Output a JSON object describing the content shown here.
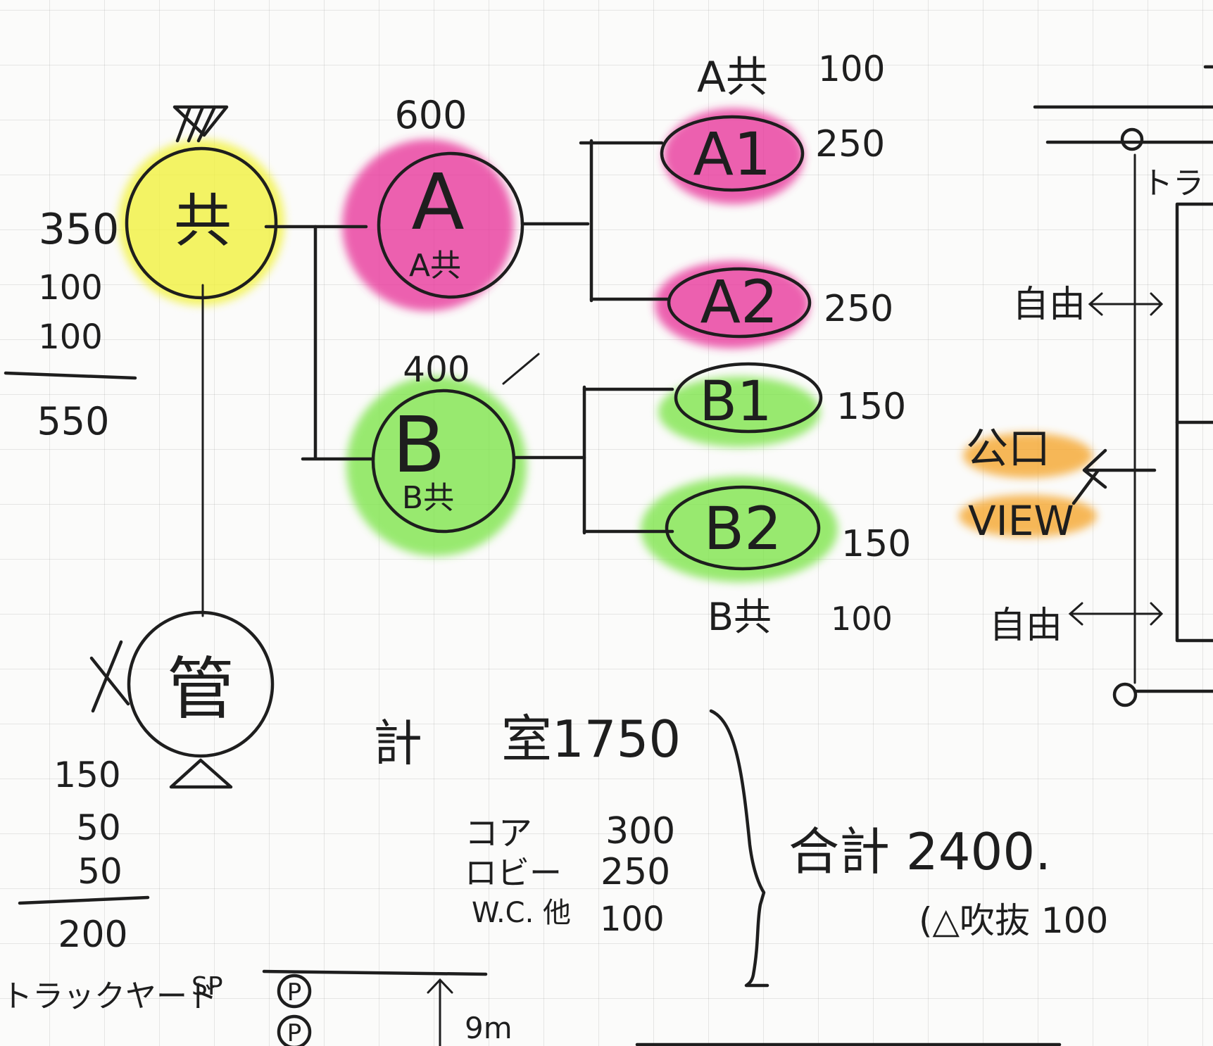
{
  "nodes": {
    "kyo": {
      "label": "共",
      "value": "350"
    },
    "kyo_breakdown": [
      "100",
      "100"
    ],
    "kyo_total": "550",
    "kan": {
      "label": "管"
    },
    "kan_breakdown": [
      "150",
      "50",
      "50"
    ],
    "kan_total": "200",
    "a": {
      "label": "A",
      "sub": "A共",
      "value": "600"
    },
    "b": {
      "label": "B",
      "sub": "B共",
      "value": "400"
    },
    "a1": {
      "label": "A1",
      "value": "250"
    },
    "a2": {
      "label": "A2",
      "value": "250"
    },
    "b1": {
      "label": "B1",
      "value": "150"
    },
    "b2": {
      "label": "B2",
      "value": "150"
    },
    "a_common": {
      "label": "A共",
      "value": "100"
    },
    "b_common": {
      "label": "B共",
      "value": "100"
    }
  },
  "totals": {
    "rooms_label": "計",
    "rooms_value": "室1750",
    "core_label": "コア",
    "core_value": "300",
    "lobby_label": "ロビー",
    "lobby_value": "250",
    "wc_label": "W.C.\n他",
    "wc_value": "100",
    "grand_total": "合計 2400.",
    "void_note": "(△吹抜 100"
  },
  "right": {
    "free_top": "自由",
    "free_bottom": "自由",
    "open": "公口",
    "view": "VIEW",
    "track_vertical": "トラ"
  },
  "bottom": {
    "track_label": "トラックヤード",
    "sp": "SP",
    "p": "P",
    "height": "9m"
  },
  "colors": {
    "pink": "#e8349a",
    "green": "#7de44a",
    "yellow": "#f2f23a",
    "orange": "#f5a52a"
  }
}
